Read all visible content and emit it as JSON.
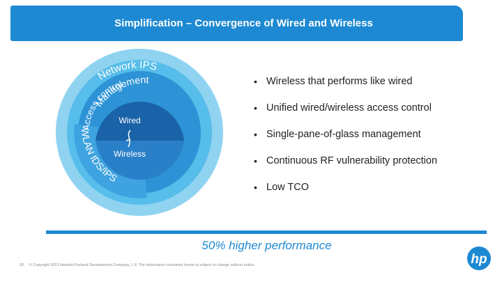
{
  "slide": {
    "title": "Simplification – Convergence of Wired and Wireless"
  },
  "diagram": {
    "rings": [
      {
        "label": "Network IPS",
        "color": "#8fd3f1"
      },
      {
        "label": "Management",
        "color": "#57bdea"
      },
      {
        "label": "Access control",
        "color": "#2d93d6"
      },
      {
        "label": "WLAN IDS/IPS",
        "color": "#2d93d6"
      }
    ],
    "core": {
      "wired_label": "Wired",
      "wireless_label": "Wireless",
      "wired_color": "#1a63a8",
      "wireless_color": "#2a80c8"
    }
  },
  "bullets": [
    "Wireless that performs like wired",
    "Unified wired/wireless access control",
    "Single-pane-of-glass management",
    "Continuous RF vulnerability protection",
    "Low TCO"
  ],
  "headline": "50% higher performance",
  "footer": {
    "page_number": "20",
    "copyright": "© Copyright 2013 Hewlett-Packard Development Company, L.P.  The information contained herein is subject to change without notice."
  },
  "logo": {
    "text": "hp",
    "color": "#1d89d3"
  }
}
